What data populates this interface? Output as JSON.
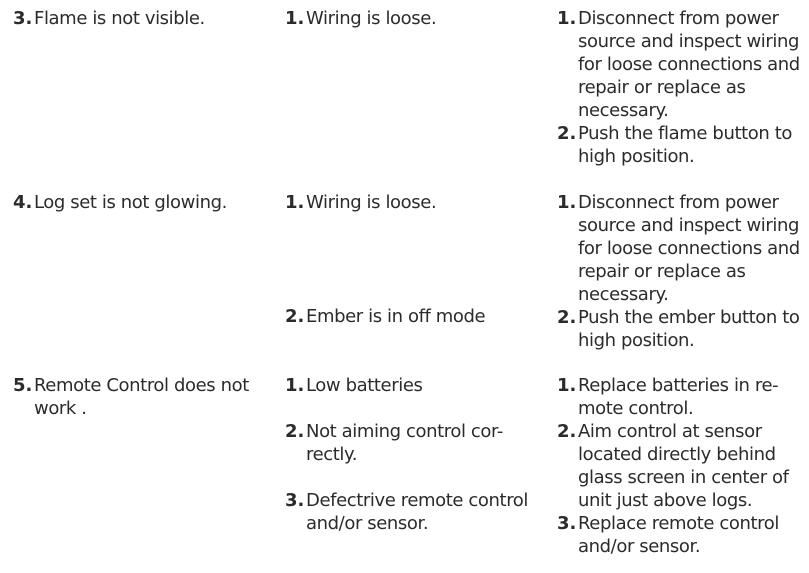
{
  "rows": [
    {
      "problem": {
        "num": "3.",
        "text": "Flame is not visible."
      },
      "causes": [
        {
          "num": "1.",
          "text": "Wiring is loose."
        }
      ],
      "actions": [
        {
          "num": "1.",
          "text": "Disconnect from power source and inspect wiring for loose connections and repair or replace as necessary."
        },
        {
          "num": "2.",
          "text": "Push the flame button to high position."
        }
      ]
    },
    {
      "problem": {
        "num": "4.",
        "text": "Log set is not glowing."
      },
      "causes": [
        {
          "num": "1.",
          "text": "Wiring is loose."
        },
        {
          "num": "2.",
          "text": "Ember is in off mode"
        }
      ],
      "actions": [
        {
          "num": "1.",
          "text": "Disconnect from power source and inspect wiring for loose connections and repair or replace as necessary."
        },
        {
          "num": "2.",
          "text": "Push the ember button to high position."
        }
      ]
    },
    {
      "problem": {
        "num": "5.",
        "text": "Remote Control does not work ."
      },
      "causes": [
        {
          "num": "1.",
          "text": "Low batteries"
        },
        {
          "num": "2.",
          "text": "Not aiming control cor-rectly."
        },
        {
          "num": "3.",
          "text": "Defectrive remote control and/or sensor."
        }
      ],
      "actions": [
        {
          "num": "1.",
          "text": "Replace batteries in re-mote control."
        },
        {
          "num": "2.",
          "text": "Aim control at sensor located directly behind glass screen in center of unit just above logs."
        },
        {
          "num": "3.",
          "text": "Replace remote control and/or sensor."
        }
      ]
    }
  ]
}
